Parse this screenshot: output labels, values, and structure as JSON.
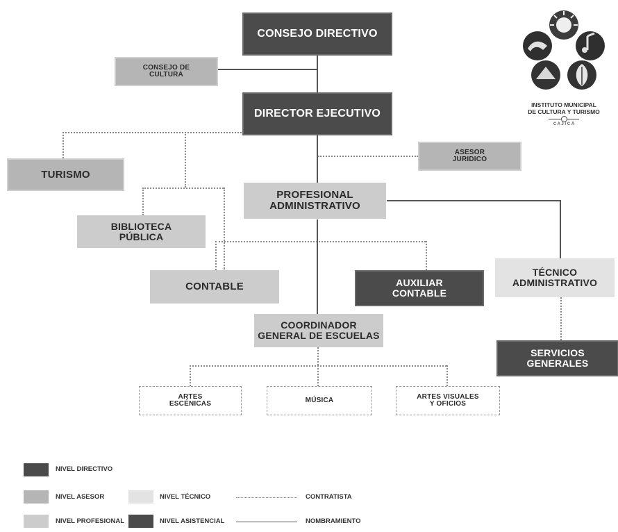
{
  "chart_data": {
    "type": "diagram",
    "nodes": {
      "consejo_directivo": "CONSEJO DIRECTIVO",
      "consejo_cultura": "CONSEJO DE\nCULTURA",
      "director_ejecutivo": "DIRECTOR EJECUTIVO",
      "turismo": "TURISMO",
      "asesor_juridico": "ASESOR\nJURIDICO",
      "profesional_administrativo": "PROFESIONAL\nADMINISTRATIVO",
      "biblioteca": "BIBLIOTECA\nPÚBLICA",
      "contable": "CONTABLE",
      "auxiliar_contable": "AUXILIAR\nCONTABLE",
      "tecnico_administrativo": "TÉCNICO\nADMINISTRATIVO",
      "coordinador": "COORDINADOR\nGENERAL DE ESCUELAS",
      "servicios_generales": "SERVICIOS\nGENERALES",
      "artes_escenicas": "ARTES\nESCÉNICAS",
      "musica": "MÚSICA",
      "artes_visuales": "ARTES VISUALES\nY OFICIOS"
    },
    "levels": {
      "directivo": [
        "consejo_directivo",
        "director_ejecutivo"
      ],
      "asesor": [
        "consejo_cultura",
        "turismo",
        "asesor_juridico"
      ],
      "profesional": [
        "profesional_administrativo",
        "biblioteca",
        "contable",
        "coordinador"
      ],
      "tecnico": [
        "tecnico_administrativo"
      ],
      "asistencial": [
        "auxiliar_contable",
        "servicios_generales"
      ],
      "contratista": [
        "artes_escenicas",
        "musica",
        "artes_visuales"
      ]
    },
    "edges": [
      {
        "from": "consejo_cultura",
        "to": "consejo_directivo",
        "style": "solid"
      },
      {
        "from": "consejo_directivo",
        "to": "director_ejecutivo",
        "style": "solid"
      },
      {
        "from": "director_ejecutivo",
        "to": "turismo",
        "style": "dotted"
      },
      {
        "from": "director_ejecutivo",
        "to": "asesor_juridico",
        "style": "dotted"
      },
      {
        "from": "director_ejecutivo",
        "to": "profesional_administrativo",
        "style": "solid"
      },
      {
        "from": "turismo",
        "to": "biblioteca",
        "style": "dotted"
      },
      {
        "from": "turismo",
        "to": "contable",
        "style": "dotted"
      },
      {
        "from": "profesional_administrativo",
        "to": "contable",
        "style": "dotted"
      },
      {
        "from": "profesional_administrativo",
        "to": "auxiliar_contable",
        "style": "dotted"
      },
      {
        "from": "profesional_administrativo",
        "to": "coordinador",
        "style": "solid"
      },
      {
        "from": "profesional_administrativo",
        "to": "tecnico_administrativo",
        "style": "solid"
      },
      {
        "from": "tecnico_administrativo",
        "to": "servicios_generales",
        "style": "dotted"
      },
      {
        "from": "coordinador",
        "to": "artes_escenicas",
        "style": "dotted"
      },
      {
        "from": "coordinador",
        "to": "musica",
        "style": "dotted"
      },
      {
        "from": "coordinador",
        "to": "artes_visuales",
        "style": "dotted"
      }
    ]
  },
  "legend": {
    "directivo": "NIVEL DIRECTIVO",
    "asesor": "NIVEL ASESOR",
    "profesional": "NIVEL PROFESIONAL",
    "tecnico": "NIVEL TÉCNICO",
    "asistencial": "NIVEL ASISTENCIAL",
    "contratista": "CONTRATISTA",
    "nombramiento": "NOMBRAMIENTO"
  },
  "logo": {
    "line1": "INSTITUTO MUNICIPAL",
    "line2": "DE CULTURA Y TURISMO",
    "line3": "C A J I C Á"
  },
  "colors": {
    "directivo": "#4b4b4b",
    "asesor": "#b5b5b5",
    "profesional": "#cccccc",
    "tecnico": "#e3e3e3",
    "asistencial": "#4b4b4b",
    "line": "#555555"
  }
}
